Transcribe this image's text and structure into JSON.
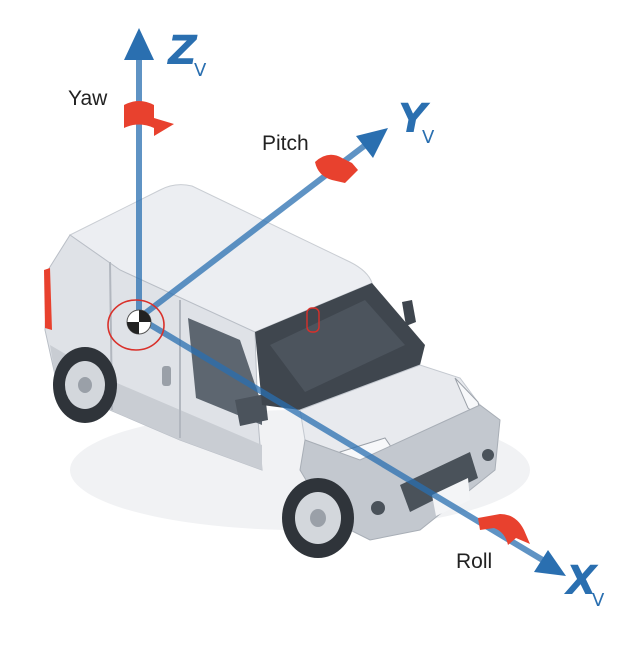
{
  "axes": {
    "z": {
      "main": "Z",
      "sub": "V"
    },
    "y": {
      "main": "Y",
      "sub": "V"
    },
    "x": {
      "main": "X",
      "sub": "V"
    }
  },
  "rotations": {
    "yaw": "Yaw",
    "pitch": "Pitch",
    "roll": "Roll"
  },
  "colors": {
    "axis": "#2a6fb0",
    "arrow": "#e8412e",
    "marker": "#d9302a"
  }
}
